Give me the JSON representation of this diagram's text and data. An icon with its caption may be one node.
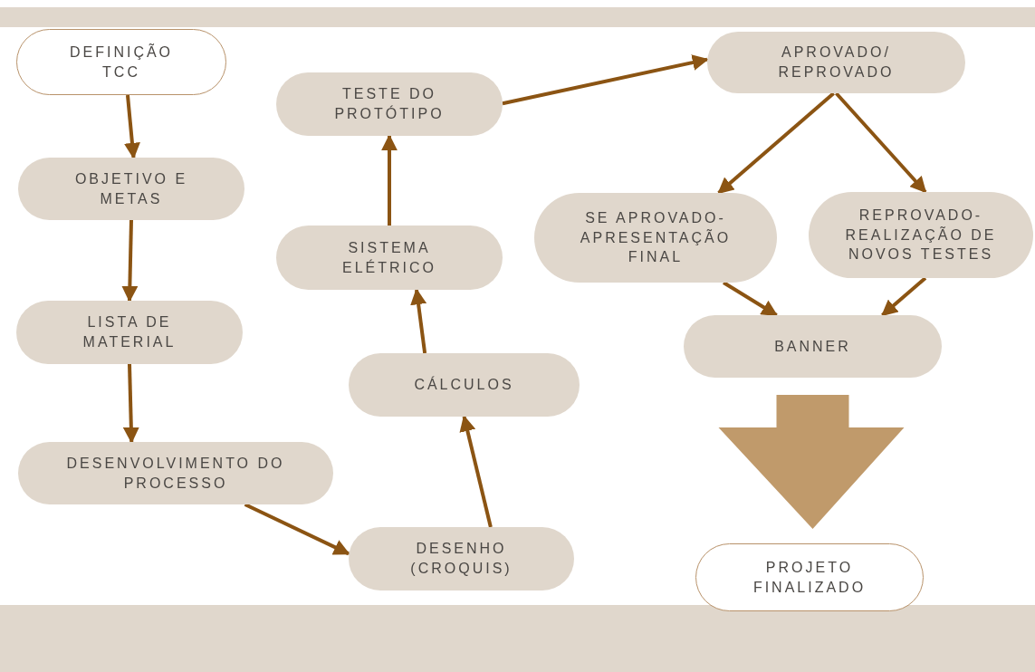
{
  "diagram": {
    "nodes": [
      {
        "text": [
          "DEFINIÇÃO TCC"
        ]
      },
      {
        "text": [
          "OBJETIVO E METAS"
        ]
      },
      {
        "text": [
          "LISTA DE MATERIAL"
        ]
      },
      {
        "text": [
          "DESENVOLVIMENTO DO PROCESSO"
        ]
      },
      {
        "text": [
          "DESENHO (CROQUIS)"
        ]
      },
      {
        "text": [
          "CÁLCULOS"
        ]
      },
      {
        "text": [
          "SISTEMA ELÉTRICO"
        ]
      },
      {
        "text": [
          "TESTE DO PROTÓTIPO"
        ]
      },
      {
        "text": [
          "APROVADO/ REPROVADO"
        ]
      },
      {
        "text": [
          "SE APROVADO- APRESENTAÇÃO FINAL"
        ]
      },
      {
        "text": [
          "REPROVADO- REALIZAÇÃO DE NOVOS TESTES"
        ]
      },
      {
        "text": [
          "BANNER"
        ]
      },
      {
        "text": [
          "PROJETO FINALIZADO"
        ]
      }
    ],
    "edges": [
      {
        "from": 0,
        "to": 1,
        "arrow": "to"
      },
      {
        "from": 1,
        "to": 2,
        "arrow": "to"
      },
      {
        "from": 2,
        "to": 3,
        "arrow": "to"
      },
      {
        "from": 3,
        "to": 4,
        "arrow": "to"
      },
      {
        "from": 4,
        "to": 5,
        "arrow": "to"
      },
      {
        "from": 5,
        "to": 6,
        "arrow": "to"
      },
      {
        "from": 6,
        "to": 7,
        "arrow": "to"
      },
      {
        "from": 7,
        "to": 8,
        "arrow": "to"
      },
      {
        "from": 8,
        "to": 9,
        "arrow": "to"
      },
      {
        "from": 8,
        "to": 10,
        "arrow": "to"
      },
      {
        "from": 9,
        "to": 11,
        "arrow": "to"
      },
      {
        "from": 10,
        "to": 11,
        "arrow": "to"
      },
      {
        "from": 11,
        "to": 12,
        "arrow": "to",
        "style": "thick",
        "color": "#c09a6b"
      }
    ]
  }
}
